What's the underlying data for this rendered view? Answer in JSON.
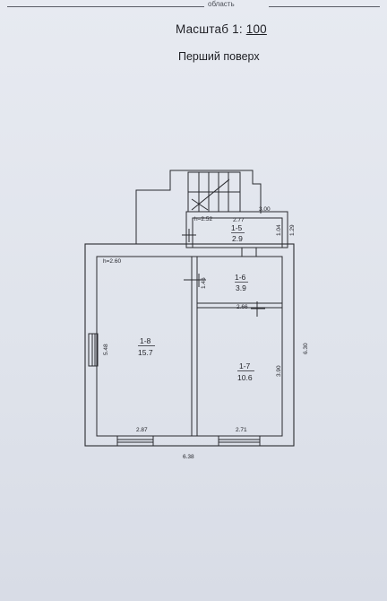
{
  "header": {
    "left_text": "",
    "right_text": "область",
    "far_right_text": ""
  },
  "scale": {
    "label": "Масштаб 1:",
    "value": "100"
  },
  "floor_title": "Перший поверх",
  "plan": {
    "heights": {
      "left": "h=2.60",
      "stair": "h=2.52"
    },
    "rooms": [
      {
        "id": "1-5",
        "area": "2.9"
      },
      {
        "id": "1-6",
        "area": "3.9"
      },
      {
        "id": "1-7",
        "area": "10.6"
      },
      {
        "id": "1-8",
        "area": "15.7"
      }
    ],
    "dims": {
      "stair_top": "3.00",
      "r15_top": "2.77",
      "r15_side": "1.04",
      "outer_right_small": "1.29",
      "r16_side": "1.46",
      "r16_bottom": "2.66",
      "r18_side": "5.48",
      "r18_bottom": "2.87",
      "r17_side": "3.90",
      "r17_bottom": "2.71",
      "overall_right": "6.30",
      "overall_bottom": "6.38"
    }
  }
}
